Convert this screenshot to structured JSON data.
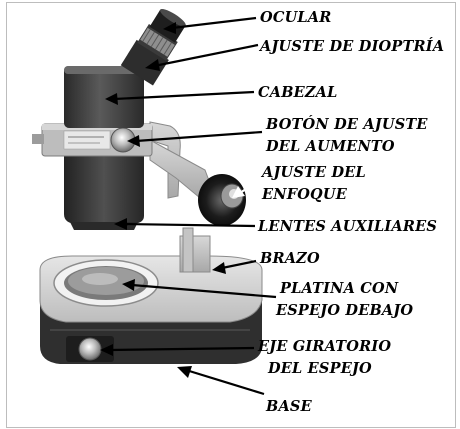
{
  "diagram": {
    "labels": {
      "ocular": "OCULAR",
      "ajuste_dioptria": "AJUSTE DE DIOPTRÍA",
      "cabezal": "CABEZAL",
      "boton_ajuste_line1": "BOTÓN DE AJUSTE",
      "boton_ajuste_line2": "DEL AUMENTO",
      "ajuste_enfoque_line1": "AJUSTE DEL",
      "ajuste_enfoque_line2": "ENFOQUE",
      "lentes_auxiliares": "LENTES AUXILIARES",
      "brazo": "BRAZO",
      "platina_line1": "PLATINA CON",
      "platina_line2": "ESPEJO DEBAJO",
      "eje_line1": "EJE GIRATORIO",
      "eje_line2": "DEL ESPEJO",
      "base": "BASE"
    },
    "colors": {
      "background": "#ffffff",
      "body_dark": "#3a3a3a",
      "base_light": "#d9d9d9",
      "label_text": "#000000"
    }
  }
}
